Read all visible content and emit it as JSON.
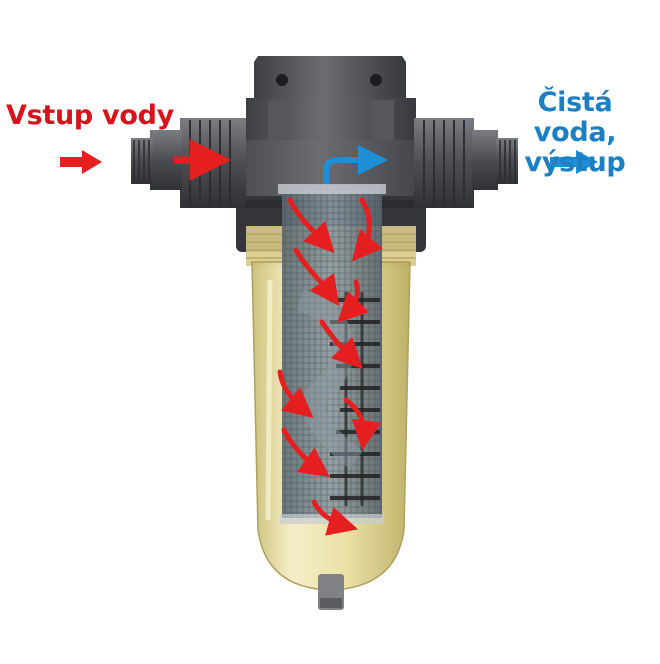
{
  "labels": {
    "inlet": "Vstup vody",
    "outlet_line1": "Čistá voda,",
    "outlet_line2": "výstup"
  },
  "colors": {
    "inlet_text": "#d8131b",
    "outlet_text": "#1b7fc1",
    "flow_dirty": "#e51f1f",
    "flow_clean": "#1e8fd6",
    "housing": "#4a4c50",
    "housing_light": "#6e7075",
    "bowl": "#e8dc9a",
    "mesh": "#6f7d86"
  },
  "icons": {
    "inlet_arrow": "arrow-right-red-icon",
    "outlet_arrow": "arrow-right-blue-icon",
    "flow_arrow": "curved-arrow-icon"
  }
}
